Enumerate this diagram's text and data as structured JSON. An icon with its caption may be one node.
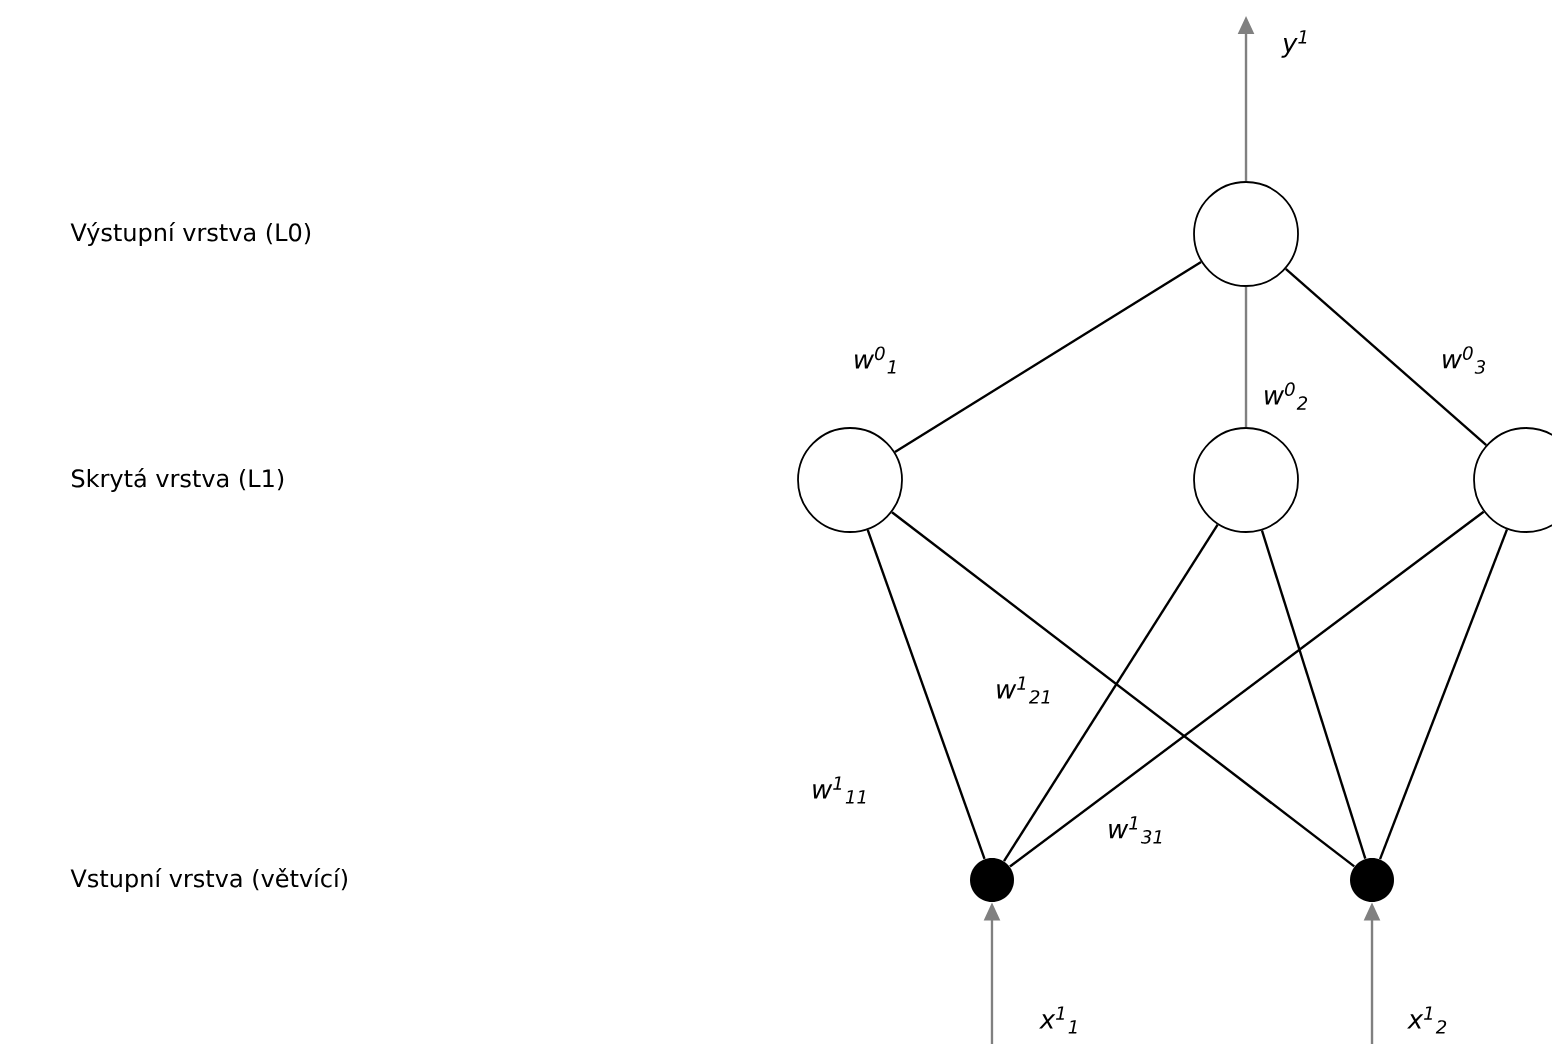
{
  "diagram": {
    "nodes": [
      {
        "text": [],
        "shape": "circle"
      },
      {
        "text": [],
        "shape": "circle"
      },
      {
        "text": [],
        "shape": "circle"
      },
      {
        "text": [],
        "shape": "circle"
      },
      {
        "text": [],
        "shape": "dot"
      },
      {
        "text": [],
        "shape": "dot"
      }
    ],
    "edges": [
      {
        "from": 0,
        "to": null,
        "arrow": "to",
        "label": "y$^{1}$",
        "color": "#808080"
      },
      {
        "from": 1,
        "to": 0,
        "arrow": "none",
        "label": "w$^{0}$$_{1}$"
      },
      {
        "from": 2,
        "to": 0,
        "arrow": "none",
        "label": "w$^{0}$$_{2}$",
        "color": "#808080"
      },
      {
        "from": 3,
        "to": 0,
        "arrow": "none",
        "label": "w$^{0}$$_{3}$"
      },
      {
        "from": 4,
        "to": 1,
        "arrow": "none",
        "label": "w$^{1}$$_{11}$"
      },
      {
        "from": 4,
        "to": 2,
        "arrow": "none",
        "label": "w$^{1}$$_{21}$"
      },
      {
        "from": 4,
        "to": 3,
        "arrow": "none",
        "label": "w$^{1}$$_{31}$"
      },
      {
        "from": 5,
        "to": 1,
        "arrow": "none"
      },
      {
        "from": 5,
        "to": 2,
        "arrow": "none"
      },
      {
        "from": 5,
        "to": 3,
        "arrow": "none"
      },
      {
        "from": null,
        "to": 4,
        "arrow": "to",
        "label": "x$^{1}$$_{1}$",
        "color": "#808080"
      },
      {
        "from": null,
        "to": 5,
        "arrow": "to",
        "label": "x$^{1}$$_{2}$",
        "color": "#808080"
      }
    ],
    "labels": [
      "Výstupní vrstva (L0)",
      "Skrytá vrstva (L1)",
      "Vstupní vrstva (větvící)"
    ]
  }
}
